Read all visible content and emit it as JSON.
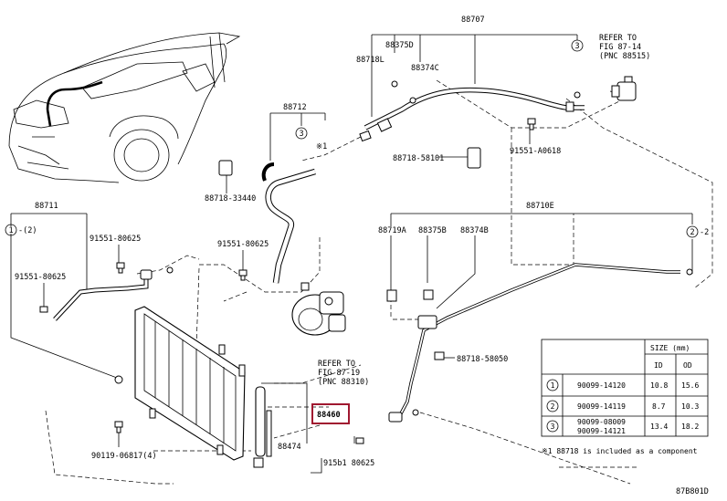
{
  "labels": {
    "p88707": "88707",
    "p88375D": "88375D",
    "p88718L": "88718L",
    "p88374C": "88374C",
    "refer1_line1": "REFER TO",
    "refer1_line2": "FIG 87-14",
    "refer1_line3": "(PNC 88515)",
    "p88712": "88712",
    "x1": "※1",
    "p88718_58101": "88718-58101",
    "p91551_A0618": "91551-A0618",
    "p88718_33440": "88718-33440",
    "p88711": "88711",
    "p88710E": "88710E",
    "p91551_80625_a": "91551-80625",
    "p91551_80625_b": "91551-80625",
    "p91551_80625_c": "91551-80625",
    "p88719A": "88719A",
    "p88375B": "88375B",
    "p88374B": "88374B",
    "p88718_58050": "88718-58050",
    "refer2_line1": "REFER TO",
    "refer2_line2": "FIG 87-19",
    "refer2_line3": "(PNC 88310)",
    "p88460": "88460",
    "p88474": "88474",
    "p90119_06817": "90119-06817(4)",
    "p915b1_80625": "915b1 80625",
    "circ1": "1",
    "circ2": "2",
    "circ3": "3",
    "tag1": "-(2)",
    "tag2": "-2",
    "footnote": "※1 88718 is included as a component",
    "fig_code": "87B801D"
  },
  "size_table": {
    "title": "SIZE (mm)",
    "col_id": "ID",
    "col_od": "OD",
    "rows": [
      {
        "num": "1",
        "part": "90099-14120",
        "id": "10.8",
        "od": "15.6"
      },
      {
        "num": "2",
        "part": "90099-14119",
        "id": "8.7",
        "od": "10.3"
      },
      {
        "num": "3",
        "part_a": "90099-08009",
        "part_b": "90099-14121",
        "id": "13.4",
        "od": "18.2"
      }
    ]
  },
  "colors": {
    "highlight": "#a01830"
  }
}
